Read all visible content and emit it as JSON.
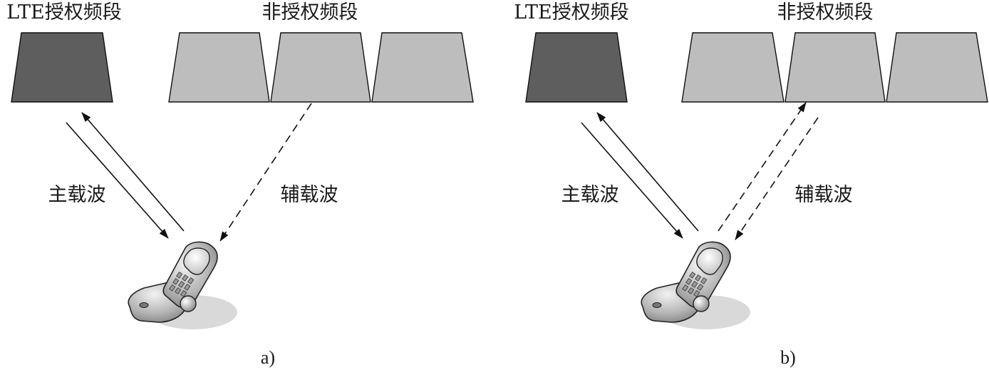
{
  "panels": [
    {
      "licensed_label": "LTE授权频段",
      "unlicensed_label": "非授权频段",
      "primary_label": "主载波",
      "secondary_label": "辅载波",
      "caption": "a)",
      "secondary_mode": "downlink-only"
    },
    {
      "licensed_label": "LTE授权频段",
      "unlicensed_label": "非授权频段",
      "primary_label": "主载波",
      "secondary_label": "辅载波",
      "caption": "b)",
      "secondary_mode": "bidirectional"
    }
  ],
  "colors": {
    "licensed_band": "#5e5e5e",
    "unlicensed_band": "#bdbdbd",
    "stroke": "#111111"
  },
  "icons": {
    "device": "flip-phone-icon"
  }
}
